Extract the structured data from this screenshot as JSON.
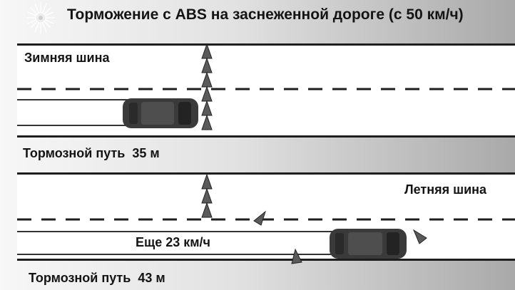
{
  "title": "Торможение с ABS на заснеженной дороге (с 50 км/ч)",
  "top_scene": {
    "tire_label": "Зимняя шина",
    "distance_label": "Тормозной путь  35 м"
  },
  "bottom_scene": {
    "tire_label": "Летняя шина",
    "speed_label": "Еще 23 км/ч",
    "distance_label": "Тормозной путь  43 м"
  },
  "icons": {
    "header": "snowflake-icon",
    "car": "car-top-view-icon",
    "marker": "traffic-cone-icon"
  }
}
